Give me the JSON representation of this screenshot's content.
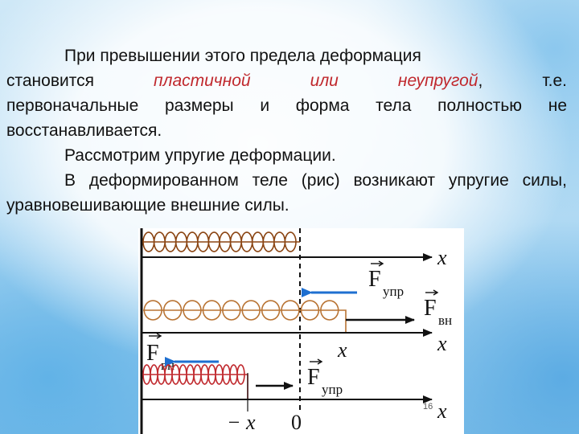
{
  "slide": {
    "para1_line1": "При превышении этого предела деформация",
    "para1_line2_start": "становится",
    "para1_em1": "пластичной",
    "para1_word_or": "или",
    "para1_em2": "неупругой",
    "para1_line2_end": ", т.е.",
    "para1_rest": "первоначальные размеры и форма тела полностью не восстанавливается.",
    "para2": "Рассмотрим упругие деформации.",
    "para3": "В деформированном теле (рис) возникают упругие силы, уравновешивающие внешние силы."
  },
  "figure": {
    "row1_axis_label": "x",
    "row2_force_upr_base": "F",
    "row2_force_upr_sub": "упр",
    "row2_force_vn_base": "F",
    "row2_force_vn_sub": "вн",
    "row2_axis_label": "x",
    "row2_displacement_label": "x",
    "row3_force_vn_base": "F",
    "row3_force_vn_sub": "вн",
    "row3_force_upr_base": "F",
    "row3_force_upr_sub": "упр",
    "row3_axis_label": "x",
    "bottom_neg_x_label": "− x",
    "bottom_zero_label": "0",
    "slide_number": "16",
    "colors": {
      "spring_row1": "#8B4513",
      "spring_row2": "#B87333",
      "spring_row3": "#C0282D",
      "force_arrow": "#1E6FD0"
    }
  }
}
